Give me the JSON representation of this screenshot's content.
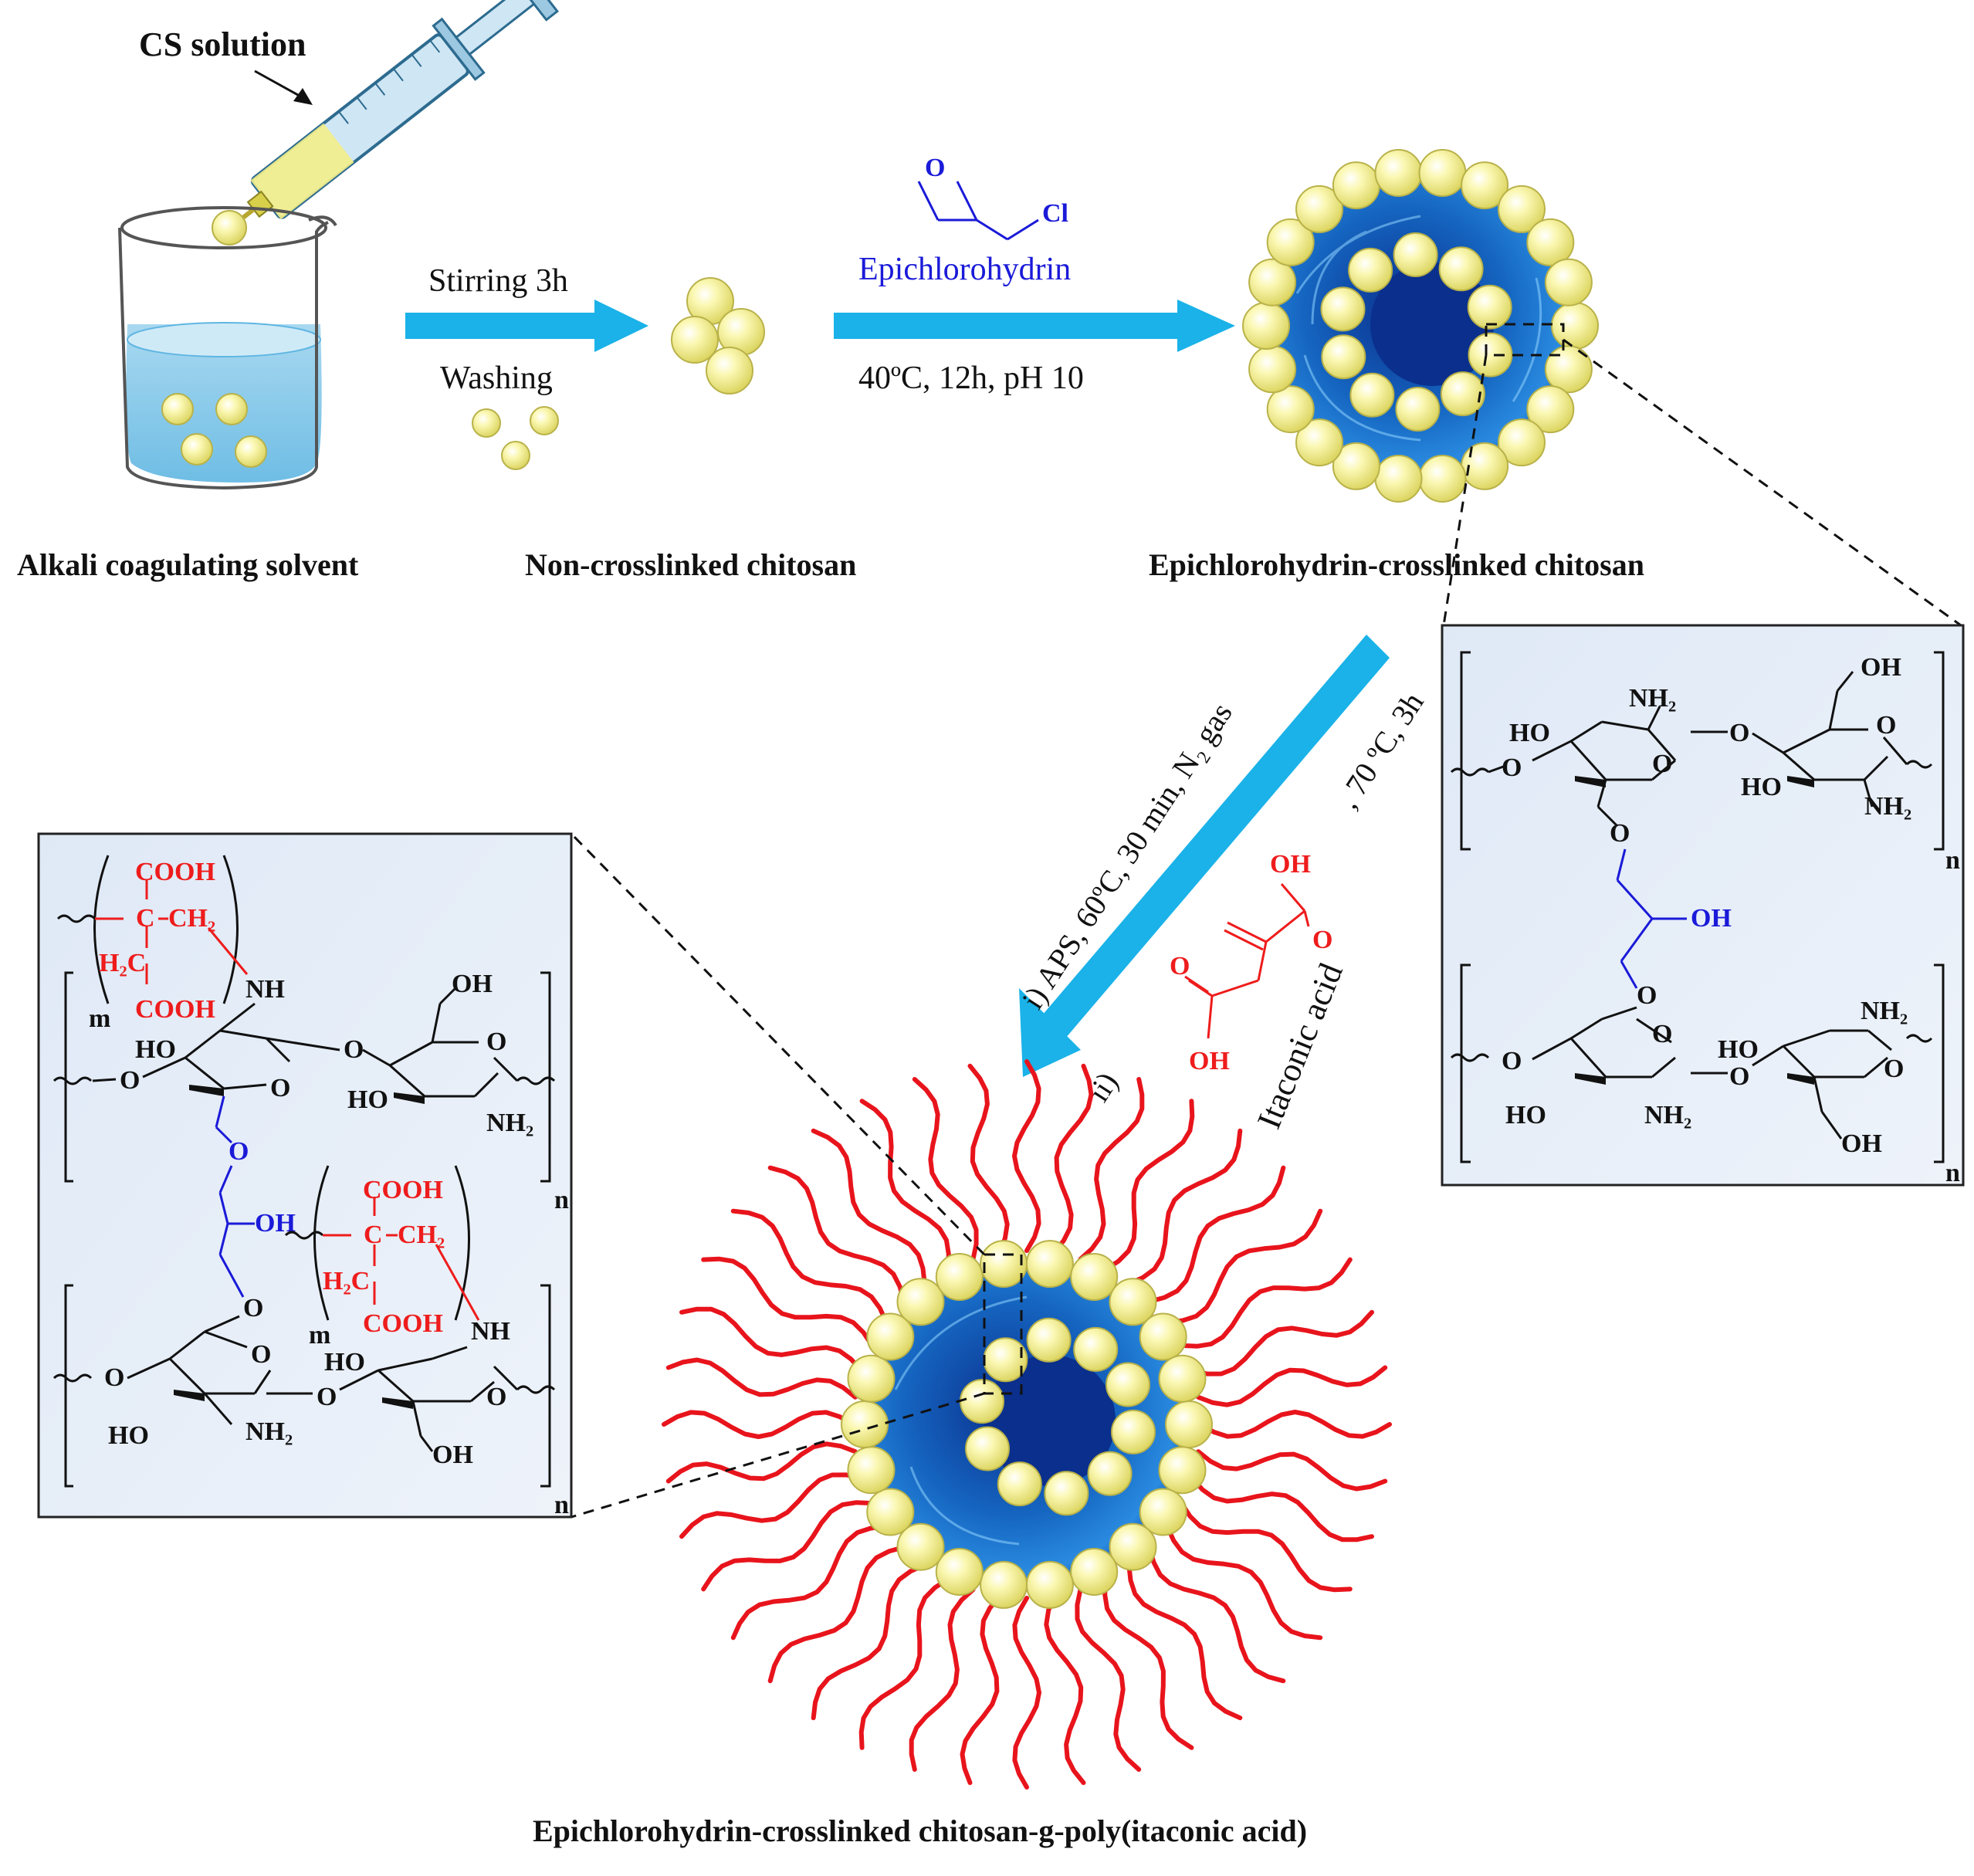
{
  "labels": {
    "cs_solution": "CS solution",
    "stirring": "Stirring 3h",
    "washing": "Washing",
    "epichlorohydrin": "Epichlorohydrin",
    "epi_conditions": "40ºC, 12h, pH 10",
    "epi_O": "O",
    "epi_Cl": "Cl",
    "alkali": "Alkali coagulating solvent",
    "non_crosslinked": "Non-crosslinked chitosan",
    "epi_crosslinked": "Epichlorohydrin-crosslinked chitosan",
    "step_i": "i) APS, 60ºC, 30 min, N₂ gas",
    "step_ii": "ii)",
    "step_ii_cond": ", 70 ºC, 3h",
    "itaconic_acid": "Itaconic acid",
    "ita_OH_top": "OH",
    "ita_O": "O",
    "ita_OH_bottom": "OH",
    "ita_O_left": "O",
    "final_product": "Epichlorohydrin-crosslinked chitosan-g-poly(itaconic acid)"
  },
  "right_box": {
    "top_NH2": "NH₂",
    "top_OH": "OH",
    "top_HO": "HO",
    "top_O_left": "O",
    "top_O_ring": "O",
    "top_O_link": "O",
    "top_O_ring2": "O",
    "top_HO2": "HO",
    "top_NH2_2": "NH₂",
    "top_n": "n",
    "mid_O": "O",
    "mid_OH": "OH",
    "mid_O2": "O",
    "bot_NH2": "NH₂",
    "bot_HO": "HO",
    "bot_O_left": "O",
    "bot_O_ring": "O",
    "bot_O_link": "O",
    "bot_O_ring2": "O",
    "bot_HO2": "HO",
    "bot_NH2_2": "NH₂",
    "bot_OH": "OH",
    "bot_n": "n"
  },
  "left_box": {
    "cooh1": "COOH",
    "c1": "C",
    "ch2_1": "CH₂",
    "h2c1": "H₂C",
    "cooh2": "COOH",
    "m1": "m",
    "nh1": "NH",
    "oh1": "OH",
    "ho1": "HO",
    "o_link1": "O",
    "o_ring1": "O",
    "o_ring2": "O",
    "o_left1": "O",
    "ho2": "HO",
    "nh2_1": "NH₂",
    "n1": "n",
    "o_mid": "O",
    "oh_mid": "OH",
    "o_mid2": "O",
    "cooh3": "COOH",
    "c2": "C",
    "ch2_2": "CH₂",
    "h2c2": "H₂C",
    "cooh4": "COOH",
    "m2": "m",
    "nh2": "NH",
    "ho3": "HO",
    "o_left2": "O",
    "o_ring3": "O",
    "o_link2": "O",
    "o_ring4": "O",
    "ho4": "HO",
    "nh2_2": "NH₂",
    "oh2": "OH",
    "n2": "n"
  },
  "colors": {
    "arrow": "#1ab2e8",
    "bead": "#f4f08c",
    "core": "#1565c0",
    "graft": "#e8141c",
    "box_bg": "#e6eef8",
    "red_text": "#ee1c1c",
    "blue_text": "#1a1ad8"
  },
  "icons": [
    "syringe-icon",
    "beaker-icon",
    "bead-icon",
    "microsphere-icon",
    "grafted-microsphere-icon"
  ]
}
